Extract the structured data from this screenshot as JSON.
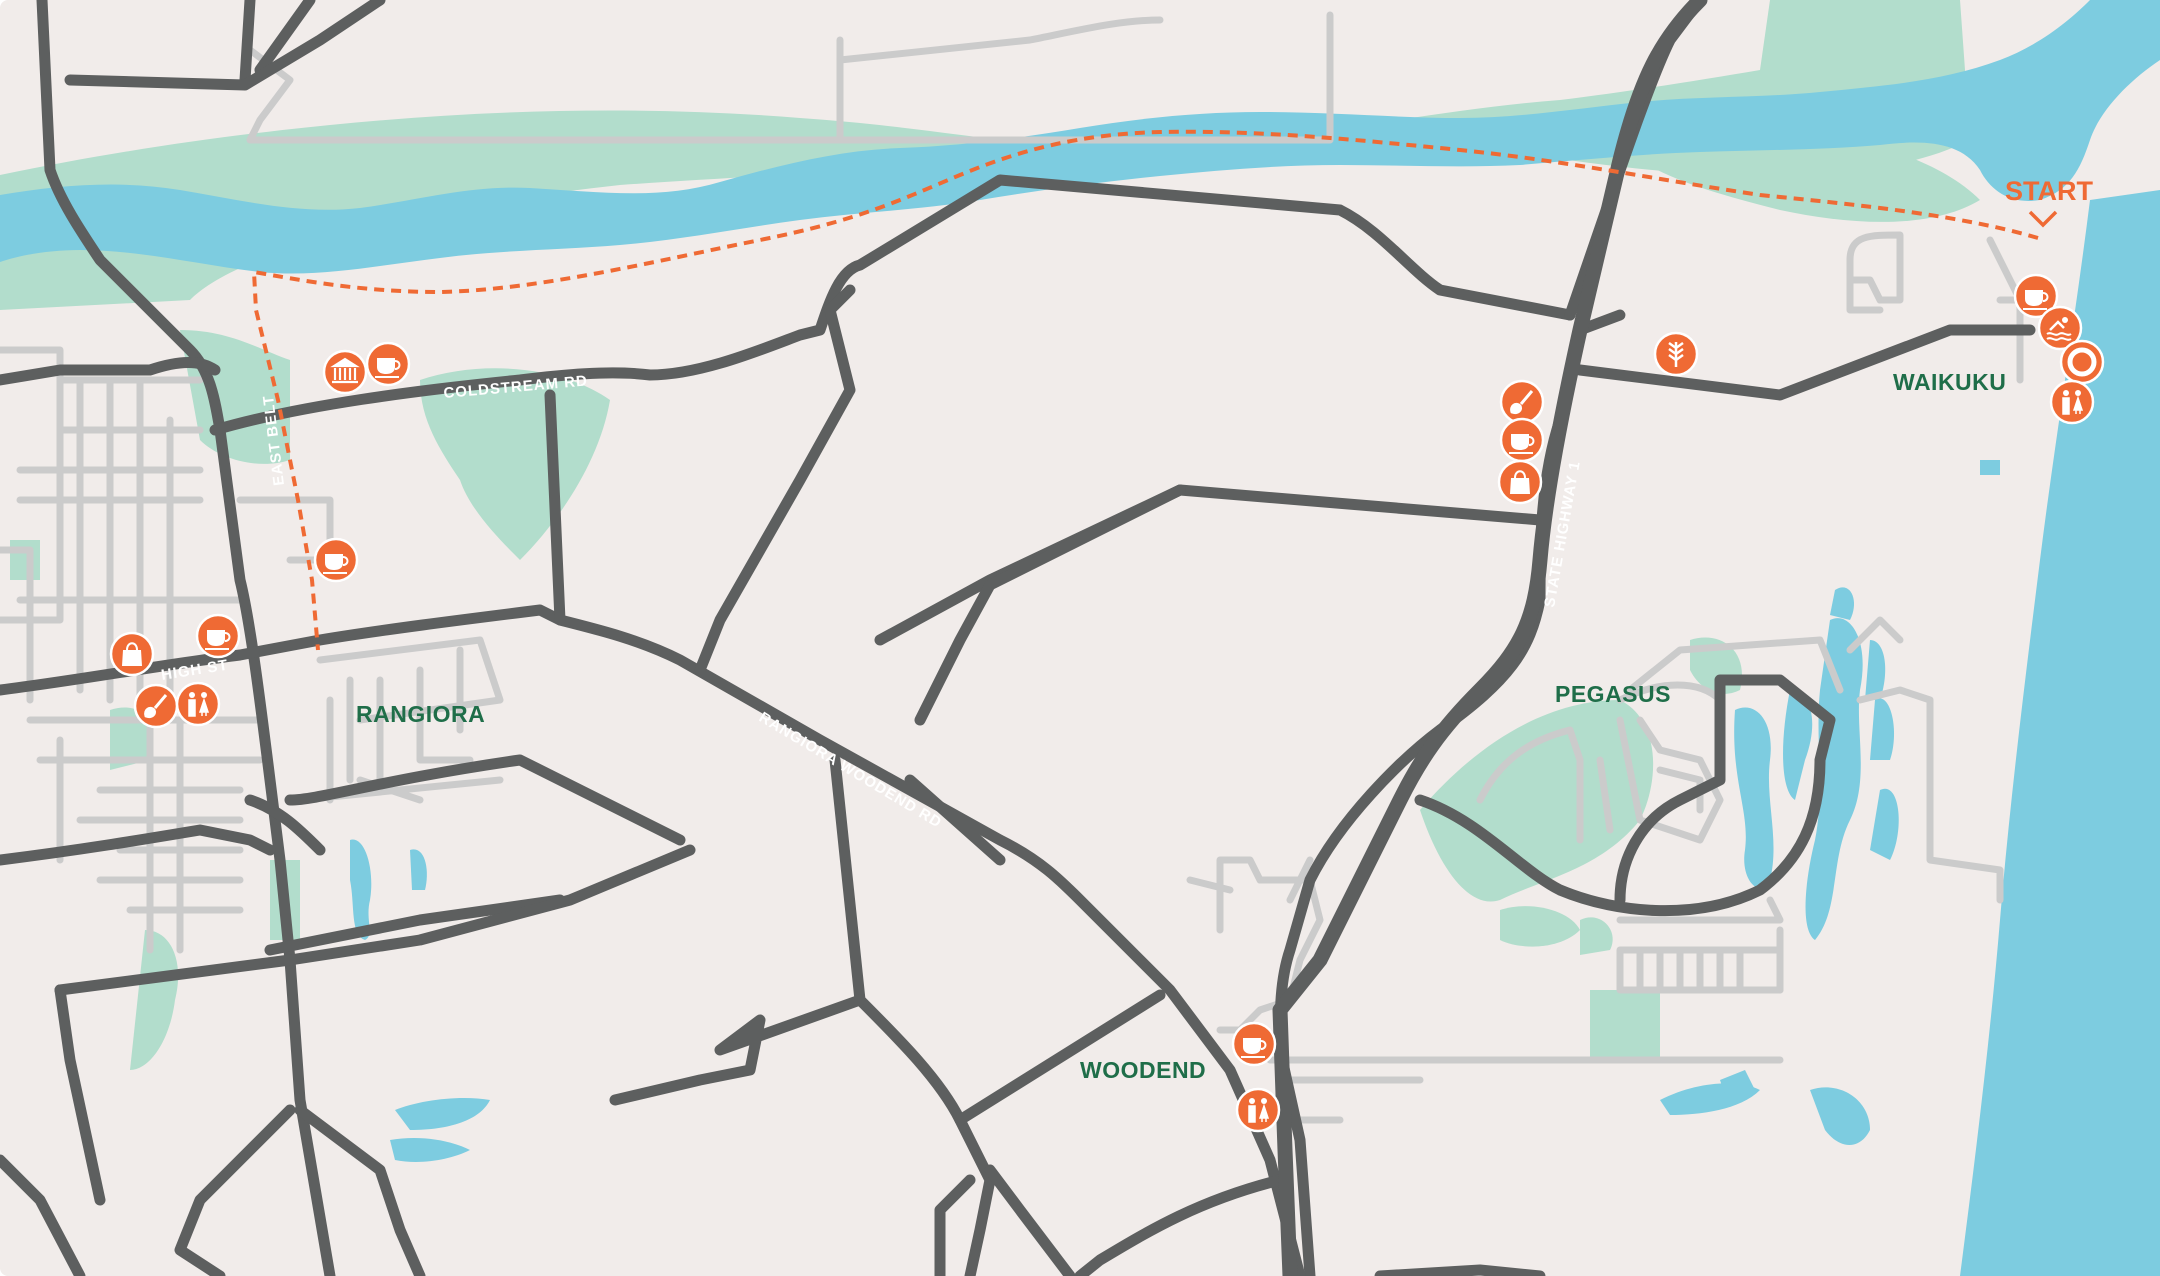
{
  "colors": {
    "land": "#f1ecea",
    "river": "#7dcce0",
    "reserve": "#b2ddcc",
    "main_road": "#5d5f5f",
    "minor_road": "#cbcbcb",
    "trail": "#ef6a34",
    "poi": "#ef6a34",
    "town_label": "#1f6e49",
    "sea": "#7dcce0"
  },
  "labels": {
    "start": "START",
    "towns": {
      "rangiora": "RANGIORA",
      "woodend": "WOODEND",
      "pegasus": "PEGASUS",
      "waikuku": "WAIKUKU"
    },
    "roads": {
      "coldstream": "COLDSTREAM RD",
      "east_belt": "EAST BELT",
      "high_st": "HIGH ST",
      "rangiora_woodend": "RANGIORA WOODEND RD",
      "sh1": "STATE HIGHWAY 1"
    }
  },
  "icons": {
    "cafe": "coffee-cup-icon",
    "shopping": "shopping-bag-icon",
    "art": "paintbrush-icon",
    "toilets": "toilets-icon",
    "swimming": "swimming-icon",
    "lifeguard": "lifebuoy-icon",
    "museum": "museum-icon",
    "market": "wheat-icon"
  }
}
